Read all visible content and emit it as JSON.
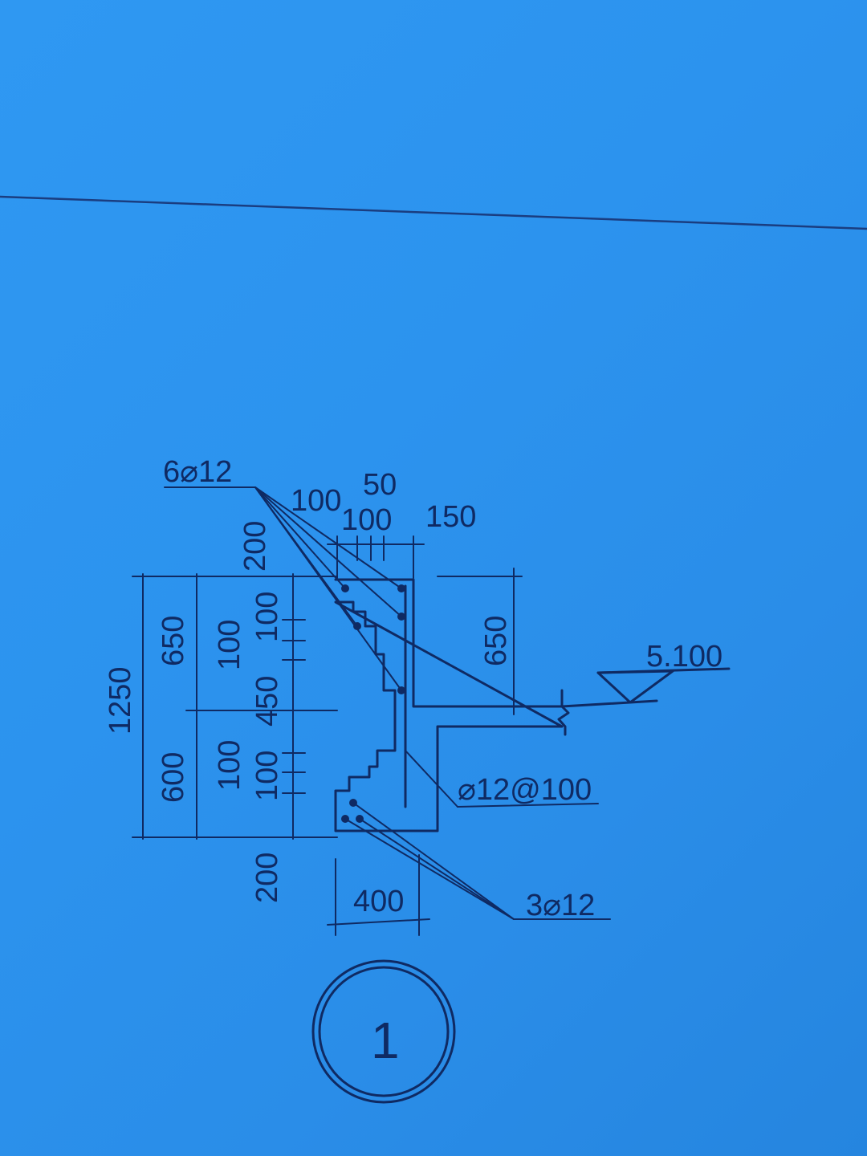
{
  "section_number": "1",
  "elevation": "5.100",
  "rebar": {
    "top_bars": "6⌀12",
    "stirrups": "⌀12@100",
    "bottom_bars": "3⌀12"
  },
  "dimensions": {
    "total_height": "1250",
    "upper_height": "650",
    "lower_height": "600",
    "step_200_top": "200",
    "step_100_a": "100",
    "step_100_b": "100",
    "step_450": "450",
    "step_100_c": "100",
    "step_100_d": "100",
    "step_200_bottom": "200",
    "top_width_100": "100",
    "top_width_50": "50",
    "top_width_100b": "100",
    "top_width_150": "150",
    "slab_650": "650",
    "base_width": "400"
  }
}
